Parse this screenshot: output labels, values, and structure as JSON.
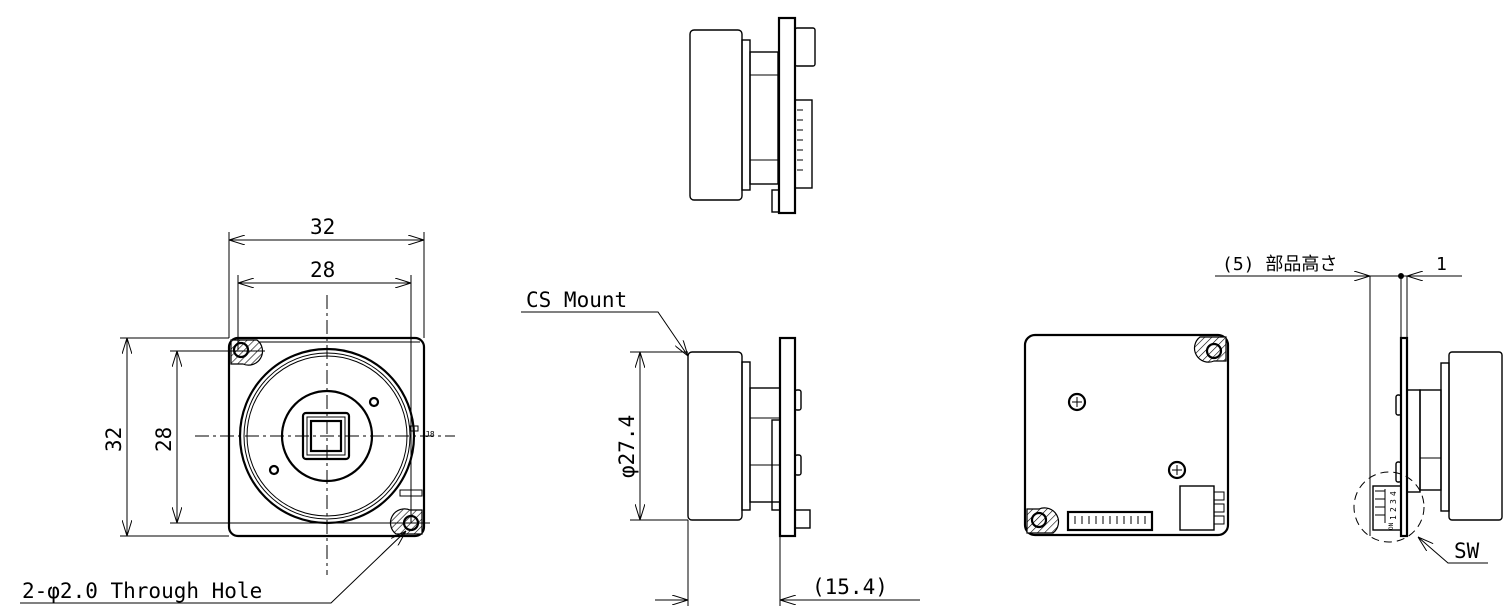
{
  "drawing": {
    "front_view": {
      "width_outer": "32",
      "width_inner": "28",
      "height_outer": "32",
      "height_inner": "28",
      "connector_label": "J8",
      "hole_note": "2-φ2.0 Through Hole"
    },
    "side_view": {
      "mount_label": "CS Mount",
      "diameter": "φ27.4",
      "depth": "(15.4)"
    },
    "right_view": {
      "component_height": "(5) 部品高さ",
      "pcb_thickness": "1",
      "switch_label": "SW",
      "switch_numbers": [
        "1",
        "2",
        "3",
        "4"
      ],
      "switch_on": "ON"
    }
  }
}
